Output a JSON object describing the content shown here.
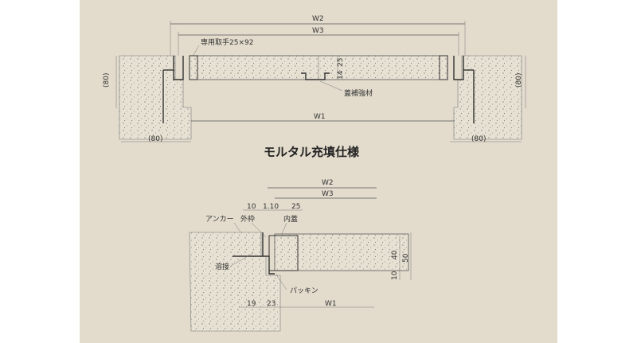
{
  "title": "モルタル充填仕様",
  "colors": {
    "sheet": "#e3dccd",
    "line": "#555555",
    "text": "#333333",
    "margin": "#ffffff"
  },
  "top_section": {
    "labels": {
      "w2": "W2",
      "w3": "W3",
      "w1": "W1",
      "handle": "専用取手25×92",
      "reinforcement": "蓋補強材",
      "dim_25": "25",
      "dim_14": "14",
      "dim_80_left": "(80)",
      "dim_80_right": "(80)",
      "dim_80_bottom_left": "(80)",
      "dim_80_bottom_right": "(80)"
    }
  },
  "detail_section": {
    "labels": {
      "w2": "W2",
      "w3": "W3",
      "w1": "W1",
      "dim_10": "10",
      "dim_1_10": "1.10",
      "dim_25": "25",
      "anchor": "アンカー",
      "frame": "外枠",
      "inner_lid": "内蓋",
      "weld": "溶接",
      "packing": "パッキン",
      "dim_40": "40",
      "dim_50": "50",
      "dim_10_bottom": "10",
      "dim_19": "19",
      "dim_23": "23"
    }
  }
}
